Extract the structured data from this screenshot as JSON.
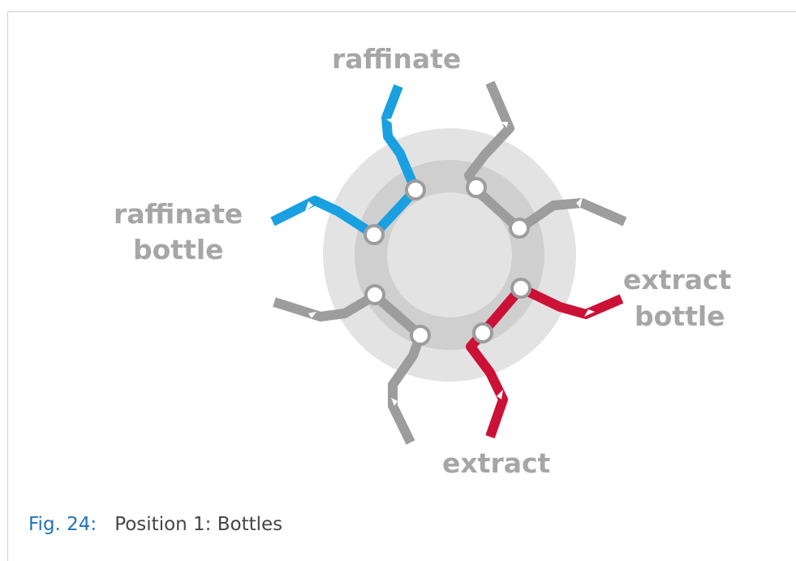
{
  "labels": {
    "raffinate": "raffinate",
    "raffinate_bottle_line1": "raffinate",
    "raffinate_bottle_line2": "bottle",
    "extract_bottle_line1": "extract",
    "extract_bottle_line2": "bottle",
    "extract": "extract"
  },
  "caption": {
    "number": "Fig. 24:",
    "text": "Position 1: Bottles"
  },
  "colors": {
    "raffinate_line": "#1aa0e0",
    "extract_line": "#cc1137",
    "inactive_line": "#9d9d9d",
    "valve_outer": "#e3e3e3",
    "valve_ring": "#cfcfcf",
    "valve_center": "#e3e3e3",
    "label_gray": "#a6a6a6",
    "caption_blue": "#1f73b7"
  }
}
